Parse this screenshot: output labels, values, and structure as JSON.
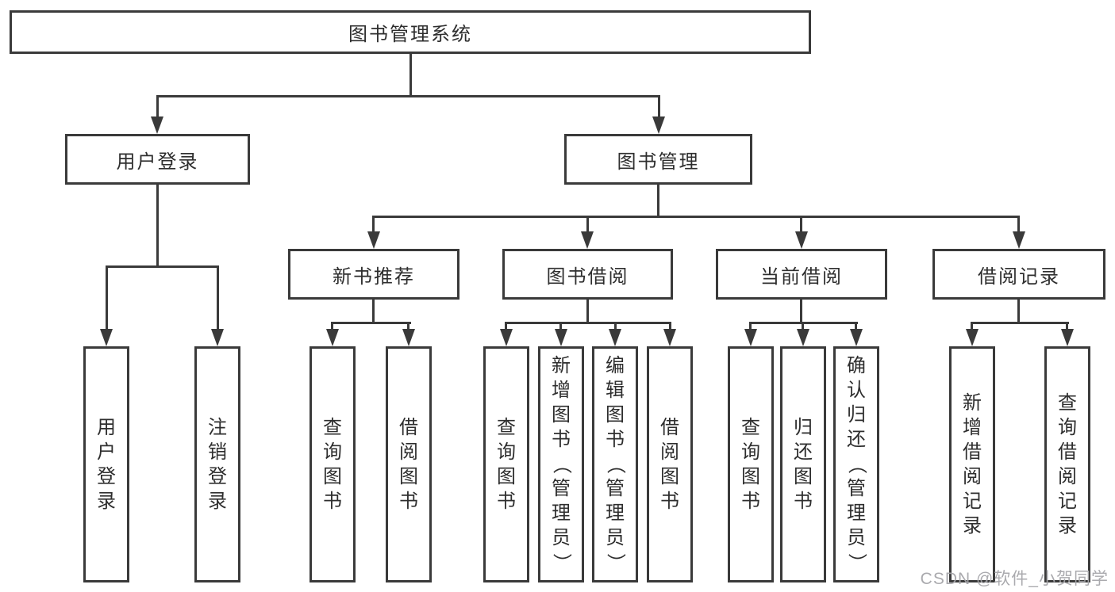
{
  "diagram_type": "hierarchy-tree",
  "colors": {
    "line": "#3a3a3a",
    "text": "#2e2e2e",
    "watermark": "#a5a5aa",
    "background": "#ffffff"
  },
  "watermark": {
    "text": "CSDN @软件_小贺同学"
  },
  "tree": {
    "label": "图书管理系统",
    "children": [
      {
        "label": "用户登录",
        "children": [
          {
            "label": "用户登录"
          },
          {
            "label": "注销登录"
          }
        ]
      },
      {
        "label": "图书管理",
        "children": [
          {
            "label": "新书推荐",
            "children": [
              {
                "label": "查询图书"
              },
              {
                "label": "借阅图书"
              }
            ]
          },
          {
            "label": "图书借阅",
            "children": [
              {
                "label": "查询图书"
              },
              {
                "label": "新增图书（管理员）"
              },
              {
                "label": "编辑图书（管理员）"
              },
              {
                "label": "借阅图书"
              }
            ]
          },
          {
            "label": "当前借阅",
            "children": [
              {
                "label": "查询图书"
              },
              {
                "label": "归还图书"
              },
              {
                "label": "确认归还（管理员）"
              }
            ]
          },
          {
            "label": "借阅记录",
            "children": [
              {
                "label": "新增借阅记录"
              },
              {
                "label": "查询借阅记录"
              }
            ]
          }
        ]
      }
    ]
  }
}
